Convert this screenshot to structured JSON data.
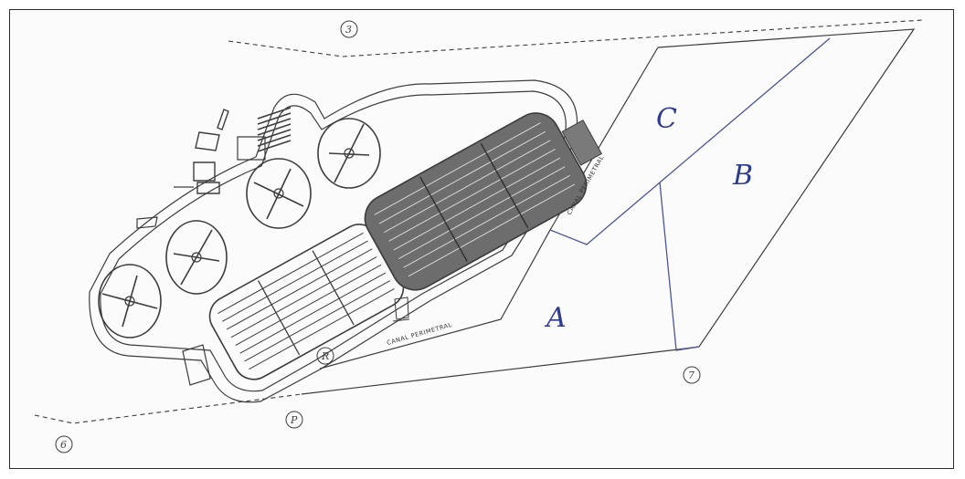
{
  "zones": [
    {
      "id": "zone-a",
      "label": "A"
    },
    {
      "id": "zone-b",
      "label": "B"
    },
    {
      "id": "zone-c",
      "label": "C"
    }
  ],
  "canal_labels": {
    "lower": "CANAL PERIMETRAL",
    "upper": "CANAL PERIMETRAL"
  },
  "markers": {
    "top": "3",
    "left": "6",
    "lower": "P",
    "plant": "R",
    "right": "7"
  },
  "colors": {
    "ink": "#3c3c3c",
    "zone_lines": "#4a559a",
    "zone_labels": "#2d3c8c",
    "dark_basin": "#6d6d6d"
  }
}
